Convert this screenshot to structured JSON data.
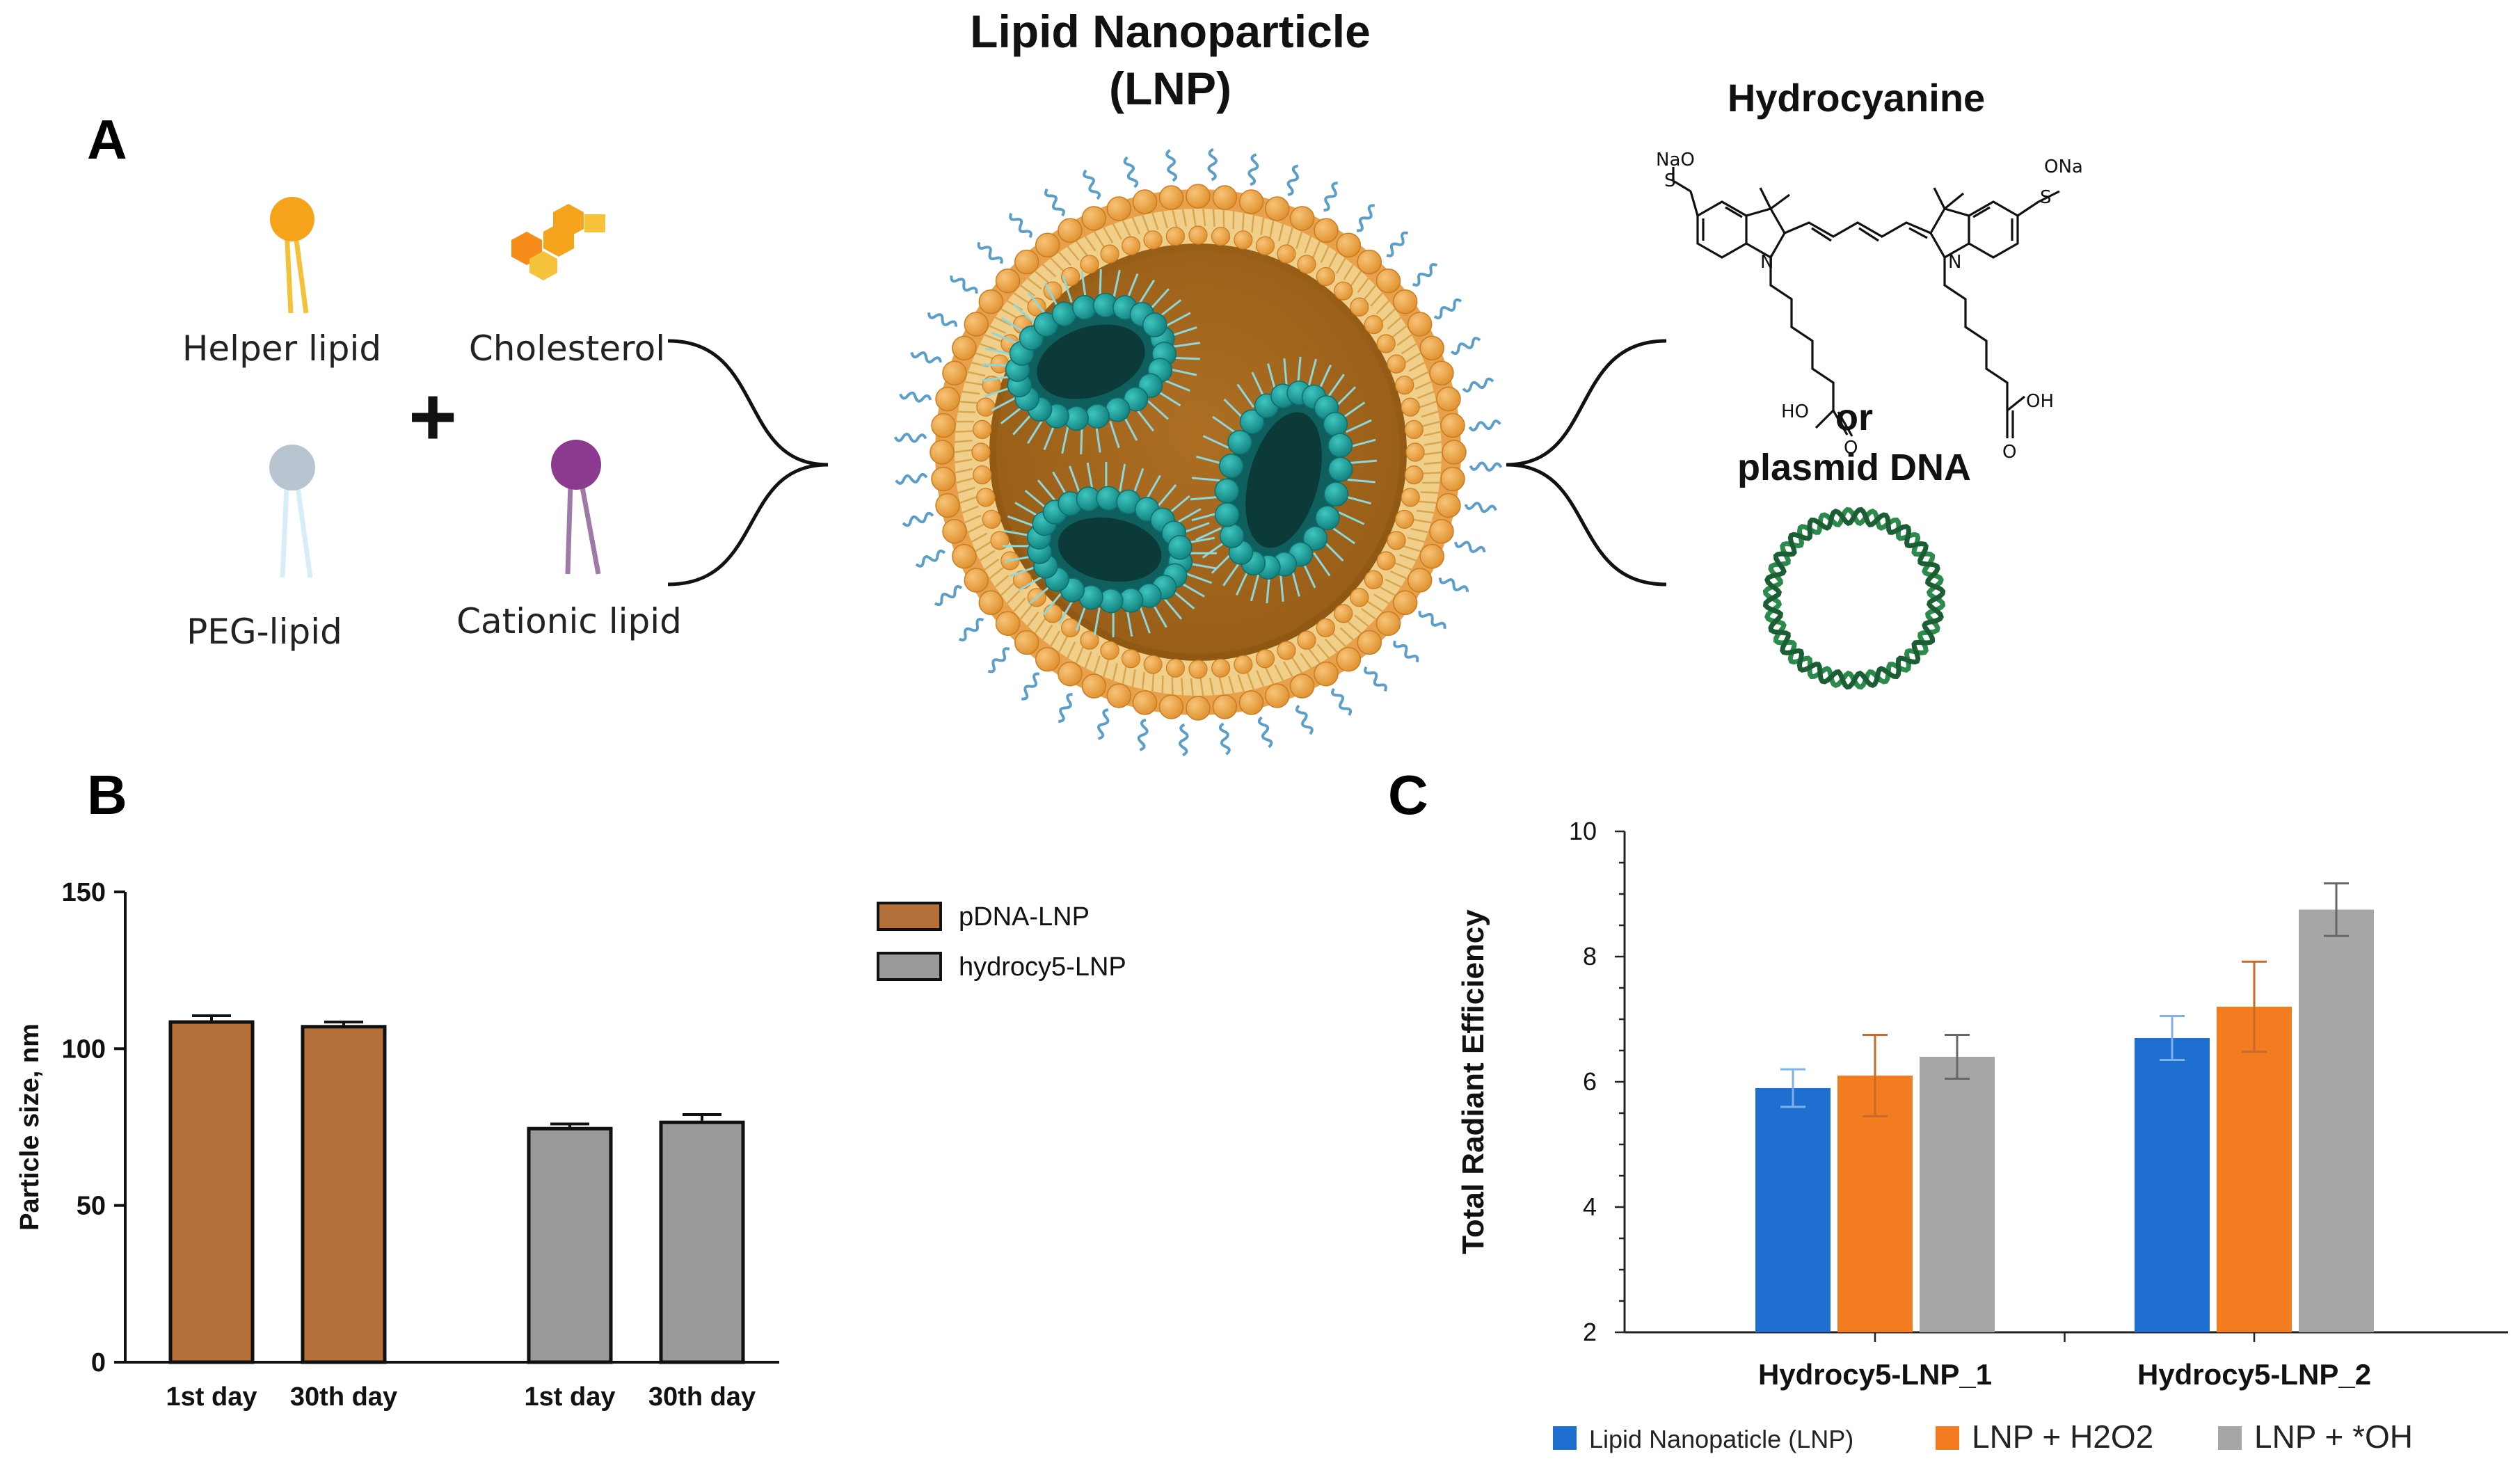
{
  "panel_a": {
    "letter": "A",
    "title_line1": "Lipid Nanoparticle",
    "title_line2": "(LNP)",
    "components": [
      {
        "label": "Helper lipid",
        "color": "#f5a31a"
      },
      {
        "label": "Cholesterol",
        "color": "#f5a31a"
      },
      {
        "label": "PEG-lipid",
        "color": "#b8c4cf"
      },
      {
        "label": "Cationic lipid",
        "color": "#8b3a8f"
      }
    ],
    "plus": "+",
    "cargo_title": "Hydrocyanine",
    "cargo_or": "or",
    "cargo_alt": "plasmid DNA",
    "chem_labels": {
      "nao": "NaO",
      "ona": "ONa",
      "so3_left": "S",
      "so3_right": "S",
      "n_left": "N",
      "n_right": "N",
      "ho": "HO",
      "oh": "OH",
      "o_left": "O",
      "o_right": "O"
    }
  },
  "panel_b": {
    "letter": "B",
    "legend": [
      {
        "label": "pDNA-LNP",
        "color": "#b5703a"
      },
      {
        "label": "hydrocy5-LNP",
        "color": "#9a9a9a"
      }
    ]
  },
  "panel_c": {
    "letter": "C",
    "legend": [
      {
        "label": "Lipid Nanopaticle (LNP)",
        "color": "#1f6fd1"
      },
      {
        "label": "LNP + H2O2",
        "color": "#f47c20"
      },
      {
        "label": "LNP + *OH",
        "color": "#a6a6a6"
      }
    ]
  },
  "chart_data": [
    {
      "type": "bar",
      "ylabel": "Particle size, nm",
      "ylim": [
        0,
        150
      ],
      "yticks": [
        0,
        50,
        100,
        150
      ],
      "groups": [
        {
          "name": "pDNA-LNP",
          "color": "#b5703a",
          "categories": [
            "1st day",
            "30th day"
          ],
          "values": [
            108.5,
            107.0
          ],
          "errors": [
            2.0,
            1.5
          ]
        },
        {
          "name": "hydrocy5-LNP",
          "color": "#9a9a9a",
          "categories": [
            "1st day",
            "30th day"
          ],
          "values": [
            74.5,
            76.5
          ],
          "errors": [
            1.5,
            2.5
          ]
        }
      ],
      "legend_position": "top-right"
    },
    {
      "type": "bar",
      "ylabel": "Total Radiant Efficiency",
      "ylim": [
        2,
        10
      ],
      "yticks": [
        2,
        4,
        6,
        8,
        10
      ],
      "categories": [
        "Hydrocy5-LNP_1",
        "Hydrocy5-LNP_2"
      ],
      "series": [
        {
          "name": "Lipid Nanopaticle (LNP)",
          "color": "#1f6fd1",
          "values": [
            5.9,
            6.7
          ],
          "errors": [
            0.3,
            0.35
          ]
        },
        {
          "name": "LNP + H2O2",
          "color": "#f47c20",
          "values": [
            6.1,
            7.2
          ],
          "errors": [
            0.65,
            0.72
          ]
        },
        {
          "name": "LNP + *OH",
          "color": "#a6a6a6",
          "values": [
            6.4,
            8.75
          ],
          "errors": [
            0.35,
            0.42
          ]
        }
      ],
      "legend_position": "bottom"
    }
  ]
}
